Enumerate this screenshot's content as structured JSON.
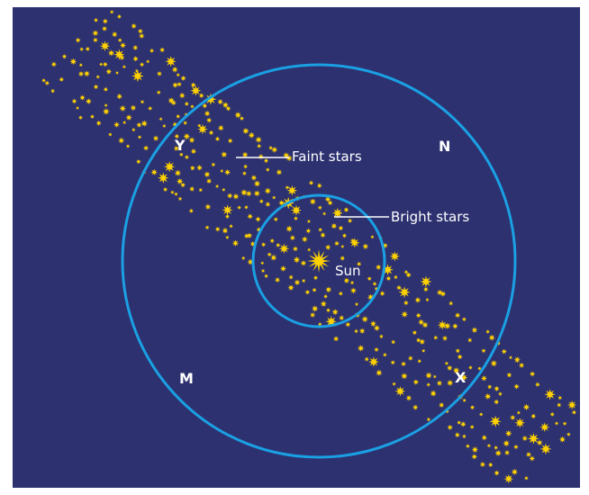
{
  "colors": {
    "background": "#2d3170",
    "ring": "#1aa0e3",
    "star": "#ffd100",
    "text": "#ffffff"
  },
  "labels": {
    "faint_stars": "Faint stars",
    "bright_stars": "Bright stars",
    "sun": "Sun"
  },
  "regions": {
    "y": "Y",
    "n": "N",
    "m": "M",
    "x": "X"
  },
  "icons": {
    "star": "star-icon",
    "sun": "sun-icon"
  }
}
